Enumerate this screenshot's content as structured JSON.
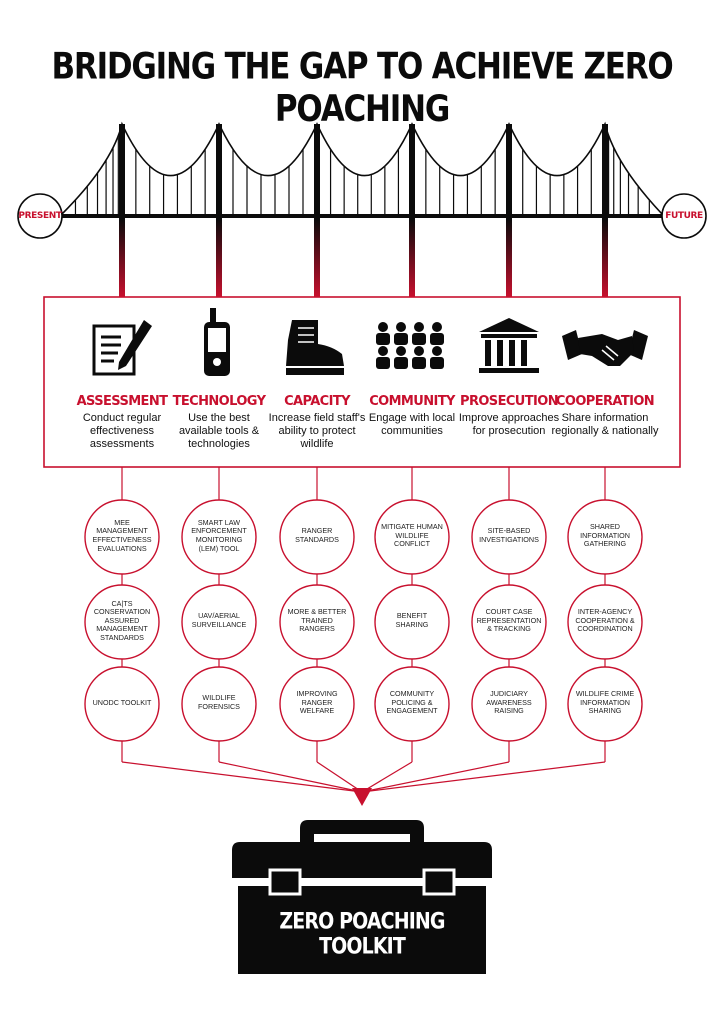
{
  "title": "BRIDGING THE GAP TO ACHIEVE ZERO POACHING",
  "bridge": {
    "start_label": "PRESENT",
    "end_label": "FUTURE"
  },
  "pillars": [
    {
      "title": "ASSESSMENT",
      "desc": "Conduct regular effectiveness assessments",
      "icon": "document-pen-icon",
      "items": [
        "MEE MANAGEMENT EFFECTIVENESS EVALUATIONS",
        "CA|TS CONSERVATION ASSURED MANAGEMENT STANDARDS",
        "UNODC TOOLKIT"
      ]
    },
    {
      "title": "TECHNOLOGY",
      "desc": "Use the best available tools & technologies",
      "icon": "gps-device-icon",
      "items": [
        "SMART LAW ENFORCEMENT MONITORING (LEM) TOOL",
        "UAV/AERIAL SURVEILLANCE",
        "WILDLIFE FORENSICS"
      ]
    },
    {
      "title": "CAPACITY",
      "desc": "Increase field staff's ability to protect wildlife",
      "icon": "boot-icon",
      "items": [
        "RANGER STANDARDS",
        "MORE & BETTER TRAINED RANGERS",
        "IMPROVING RANGER WELFARE"
      ]
    },
    {
      "title": "COMMUNITY",
      "desc": "Engage with local communities",
      "icon": "community-people-icon",
      "items": [
        "MITIGATE HUMAN WILDLIFE CONFLICT",
        "BENEFIT SHARING",
        "COMMUNITY POLICING & ENGAGEMENT"
      ]
    },
    {
      "title": "PROSECUTION",
      "desc": "Improve approaches for prosecution",
      "icon": "courthouse-icon",
      "items": [
        "SITE-BASED INVESTIGATIONS",
        "COURT CASE REPRESENTATION & TRACKING",
        "JUDICIARY AWARENESS RAISING"
      ]
    },
    {
      "title": "COOPERATION",
      "desc": "Share information regionally & nationally",
      "icon": "handshake-icon",
      "items": [
        "SHARED INFORMATION GATHERING",
        "INTER-AGENCY COOPERATION & COORDINATION",
        "WILDLIFE CRIME INFORMATION SHARING"
      ]
    }
  ],
  "toolkit": {
    "label": "ZERO POACHING TOOLKIT",
    "icon": "toolbox-icon"
  },
  "colors": {
    "accent": "#c8102e",
    "ink": "#0b0b0b"
  }
}
